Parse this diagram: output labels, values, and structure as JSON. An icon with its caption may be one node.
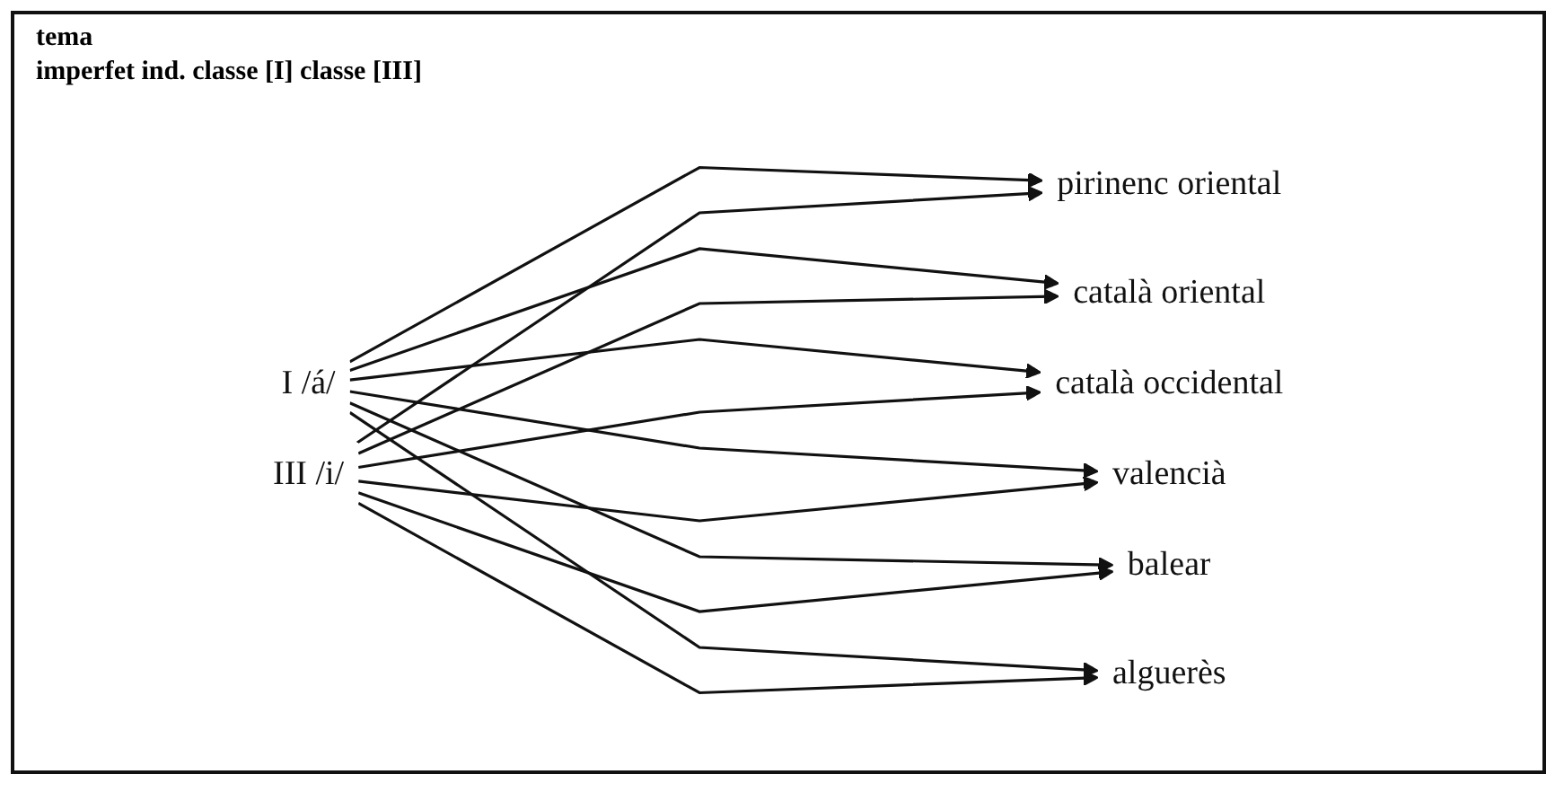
{
  "diagram": {
    "title": "tema",
    "nodes": [
      {
        "text": [
          "I /á/"
        ]
      },
      {
        "text": [
          "III /i/"
        ]
      },
      {
        "text": [
          "pirinenc oriental"
        ]
      },
      {
        "text": [
          "català oriental"
        ]
      },
      {
        "text": [
          "català occidental"
        ]
      },
      {
        "text": [
          "valencià"
        ]
      },
      {
        "text": [
          "balear"
        ]
      },
      {
        "text": [
          "alguerès"
        ]
      }
    ],
    "edges": [
      {
        "from": 0,
        "to": 2,
        "arrow": "to"
      },
      {
        "from": 0,
        "to": 3,
        "arrow": "to"
      },
      {
        "from": 0,
        "to": 4,
        "arrow": "to"
      },
      {
        "from": 0,
        "to": 5,
        "arrow": "to"
      },
      {
        "from": 0,
        "to": 6,
        "arrow": "to"
      },
      {
        "from": 0,
        "to": 7,
        "arrow": "to"
      },
      {
        "from": 1,
        "to": 2,
        "arrow": "to"
      },
      {
        "from": 1,
        "to": 3,
        "arrow": "to"
      },
      {
        "from": 1,
        "to": 4,
        "arrow": "to"
      },
      {
        "from": 1,
        "to": 5,
        "arrow": "to"
      },
      {
        "from": 1,
        "to": 6,
        "arrow": "to"
      },
      {
        "from": 1,
        "to": 7,
        "arrow": "to"
      }
    ],
    "labels": [
      "imperfet ind. classe [I] classe [III]"
    ]
  }
}
